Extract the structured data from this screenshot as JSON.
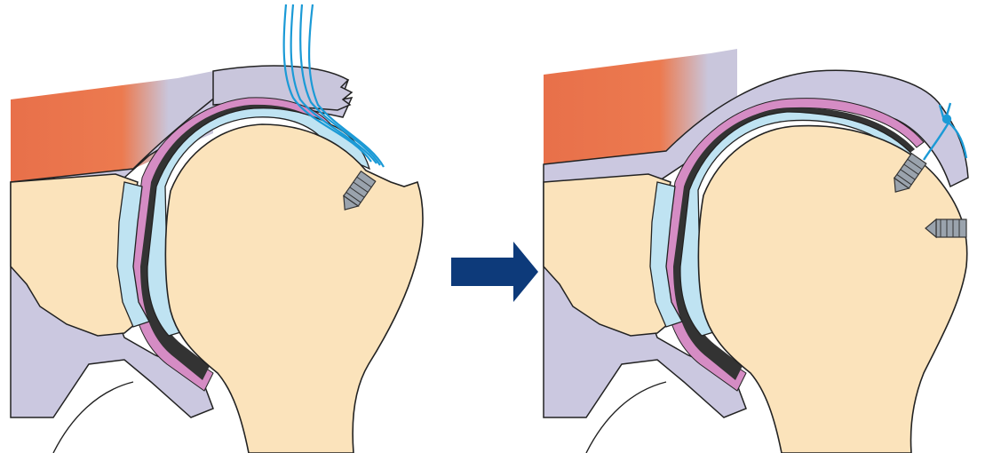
{
  "figure": {
    "panels": [
      {
        "id": "before"
      },
      {
        "id": "after"
      }
    ],
    "arrow": {
      "direction": "right"
    }
  },
  "colors": {
    "muscle": "#e8704a",
    "muscle_fade": "#c9c6dc",
    "capsule": "#c9c7de",
    "capsule_line": "#9aa0b8",
    "cartilage_dark": "#333333",
    "synovium": "#cf8ac0",
    "labrum_blue": "#bfe3f2",
    "bone": "#fbe3bb",
    "outline": "#222222",
    "suture": "#1b9ad6",
    "anchor": "#9aa3ad",
    "arrow": "#0d3a7a"
  },
  "icons": [
    "suture-anchor-icon",
    "arrow-right-icon"
  ]
}
